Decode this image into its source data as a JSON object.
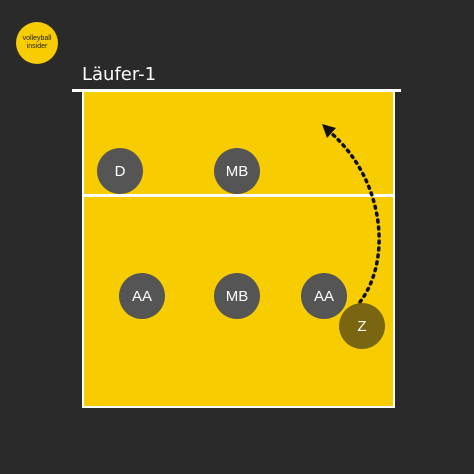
{
  "logo": {
    "line1": "volleyball",
    "line2": "insider"
  },
  "title": "Läufer-1",
  "players": [
    {
      "label": "D",
      "role": "d"
    },
    {
      "label": "MB",
      "role": "mb-front"
    },
    {
      "label": "AA",
      "role": "aa-left"
    },
    {
      "label": "MB",
      "role": "mb-back"
    },
    {
      "label": "AA",
      "role": "aa-right"
    },
    {
      "label": "Z",
      "role": "setter"
    }
  ],
  "colors": {
    "background": "#2a2a2a",
    "court": "#f7cc00",
    "player": "#555555",
    "setter": "#7a6510",
    "line": "#ffffff"
  }
}
